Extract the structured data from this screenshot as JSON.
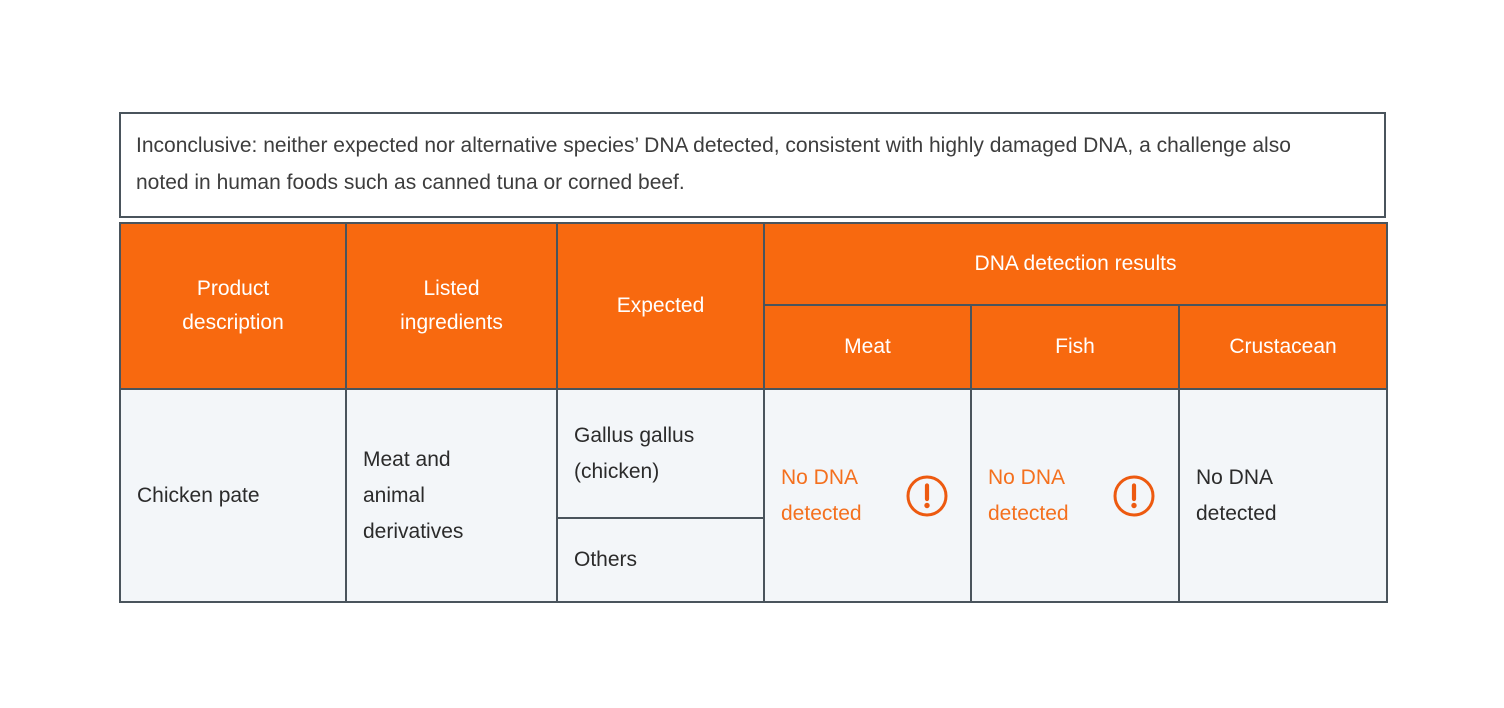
{
  "note": {
    "text": "Inconclusive: neither expected nor alternative species’ DNA detected, consistent with highly damaged DNA, a challenge also noted in human foods such as canned tuna or corned beef."
  },
  "table": {
    "headers": {
      "product_description": "Product description",
      "listed_ingredients": "Listed ingredients",
      "expected": "Expected",
      "dna_detection_results": "DNA detection results",
      "meat": "Meat",
      "fish": "Fish",
      "crustacean": "Crustacean"
    },
    "row": {
      "product_description": "Chicken pate",
      "listed_ingredients": "Meat and animal derivatives",
      "expected_primary": "Gallus gallus (chicken)",
      "expected_secondary": "Others",
      "results": {
        "meat": {
          "text": "No DNA detected",
          "alert": "true"
        },
        "fish": {
          "text": "No DNA detected",
          "alert": "true"
        },
        "crustacean": {
          "text": "No DNA detected",
          "alert": "false"
        }
      }
    }
  },
  "icons": {
    "warning": "exclamation-circle-icon"
  },
  "colors": {
    "accent_orange": "#F8690F",
    "alert_text": "#F4701E",
    "icon_orange": "#ED5A10",
    "cell_bg": "#F3F6F9",
    "border": "#4A545C",
    "note_text": "#3D3D3D",
    "body_text": "#2B2B2B",
    "header_text": "#FFFFFF"
  }
}
